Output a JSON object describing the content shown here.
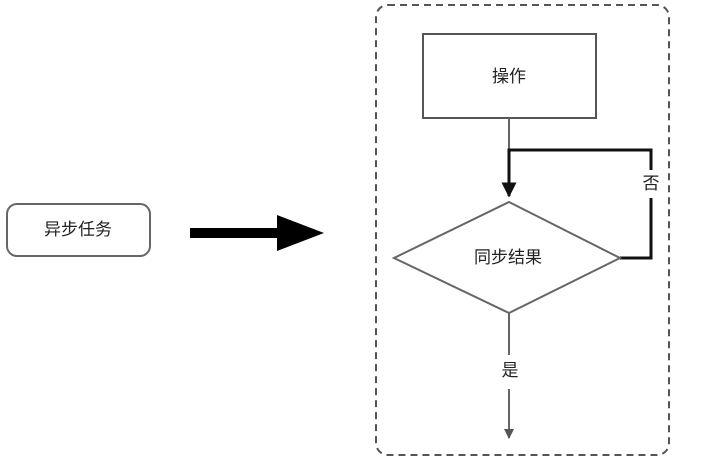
{
  "nodes": {
    "async_task": "异步任务",
    "operation": "操作",
    "sync_result": "同步结果"
  },
  "edges": {
    "no_label": "否",
    "yes_label": "是"
  },
  "colors": {
    "background": "#ffffff",
    "node_border": "#555555",
    "text": "#222222",
    "main_arrow": "#000000",
    "loop_line": "#111111",
    "container_border": "#555555"
  }
}
